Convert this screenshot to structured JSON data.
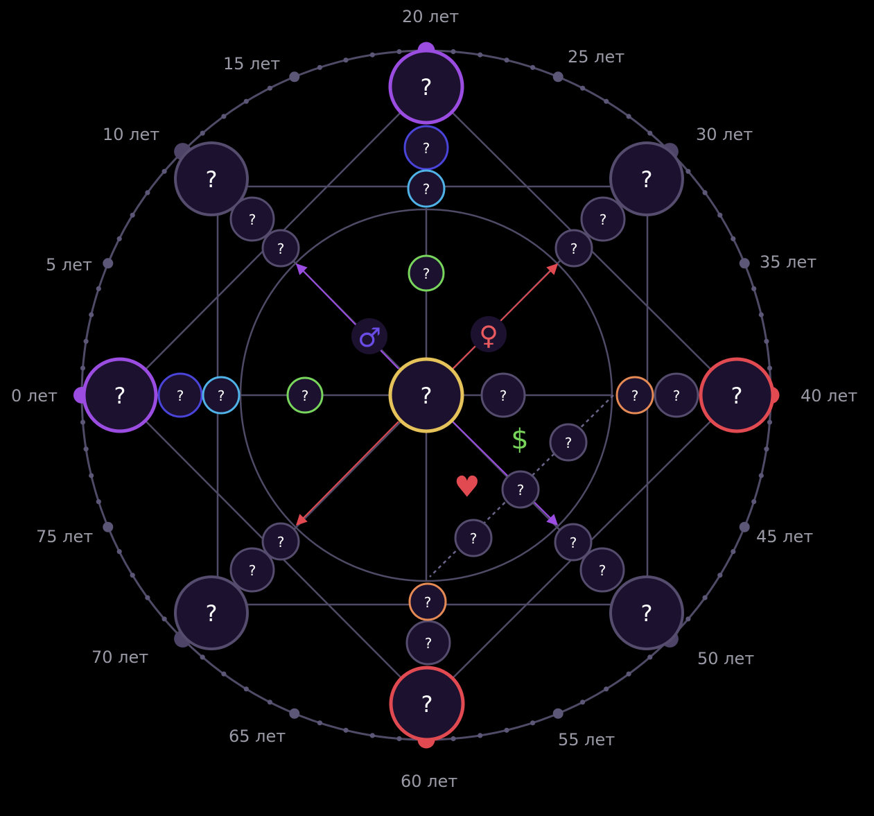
{
  "colors": {
    "background": "#000000",
    "line": "#4f4a66",
    "node_fill": "#1c1230",
    "outer_stroke": "#554c6e",
    "purple": "#9a4de0",
    "red": "#e24a52",
    "yellow": "#e6c35a",
    "green": "#79d65c",
    "blue": "#4a44d9",
    "cyan": "#4fb3e8",
    "orange": "#e68a55",
    "gray": "#4e4468",
    "male": "#6a4ce6",
    "female": "#e85a5e",
    "money": "#78d45a",
    "heart": "#e24a52"
  },
  "node_label": "?",
  "age_labels": {
    "a0": "0 лет",
    "a5": "5 лет",
    "a10": "10 лет",
    "a15": "15 лет",
    "a20": "20 лет",
    "a25": "25 лет",
    "a30": "30 лет",
    "a35": "35 лет",
    "a40": "40 лет",
    "a45": "45 лет",
    "a50": "50 лет",
    "a55": "55 лет",
    "a60": "60 лет",
    "a65": "65 лет",
    "a70": "70 лет",
    "a75": "75 лет"
  },
  "symbols": {
    "male": "♂",
    "female": "♀",
    "money": "$",
    "heart": "♥"
  },
  "icons": [
    "male-symbol-icon",
    "female-symbol-icon",
    "dollar-icon",
    "heart-icon"
  ]
}
